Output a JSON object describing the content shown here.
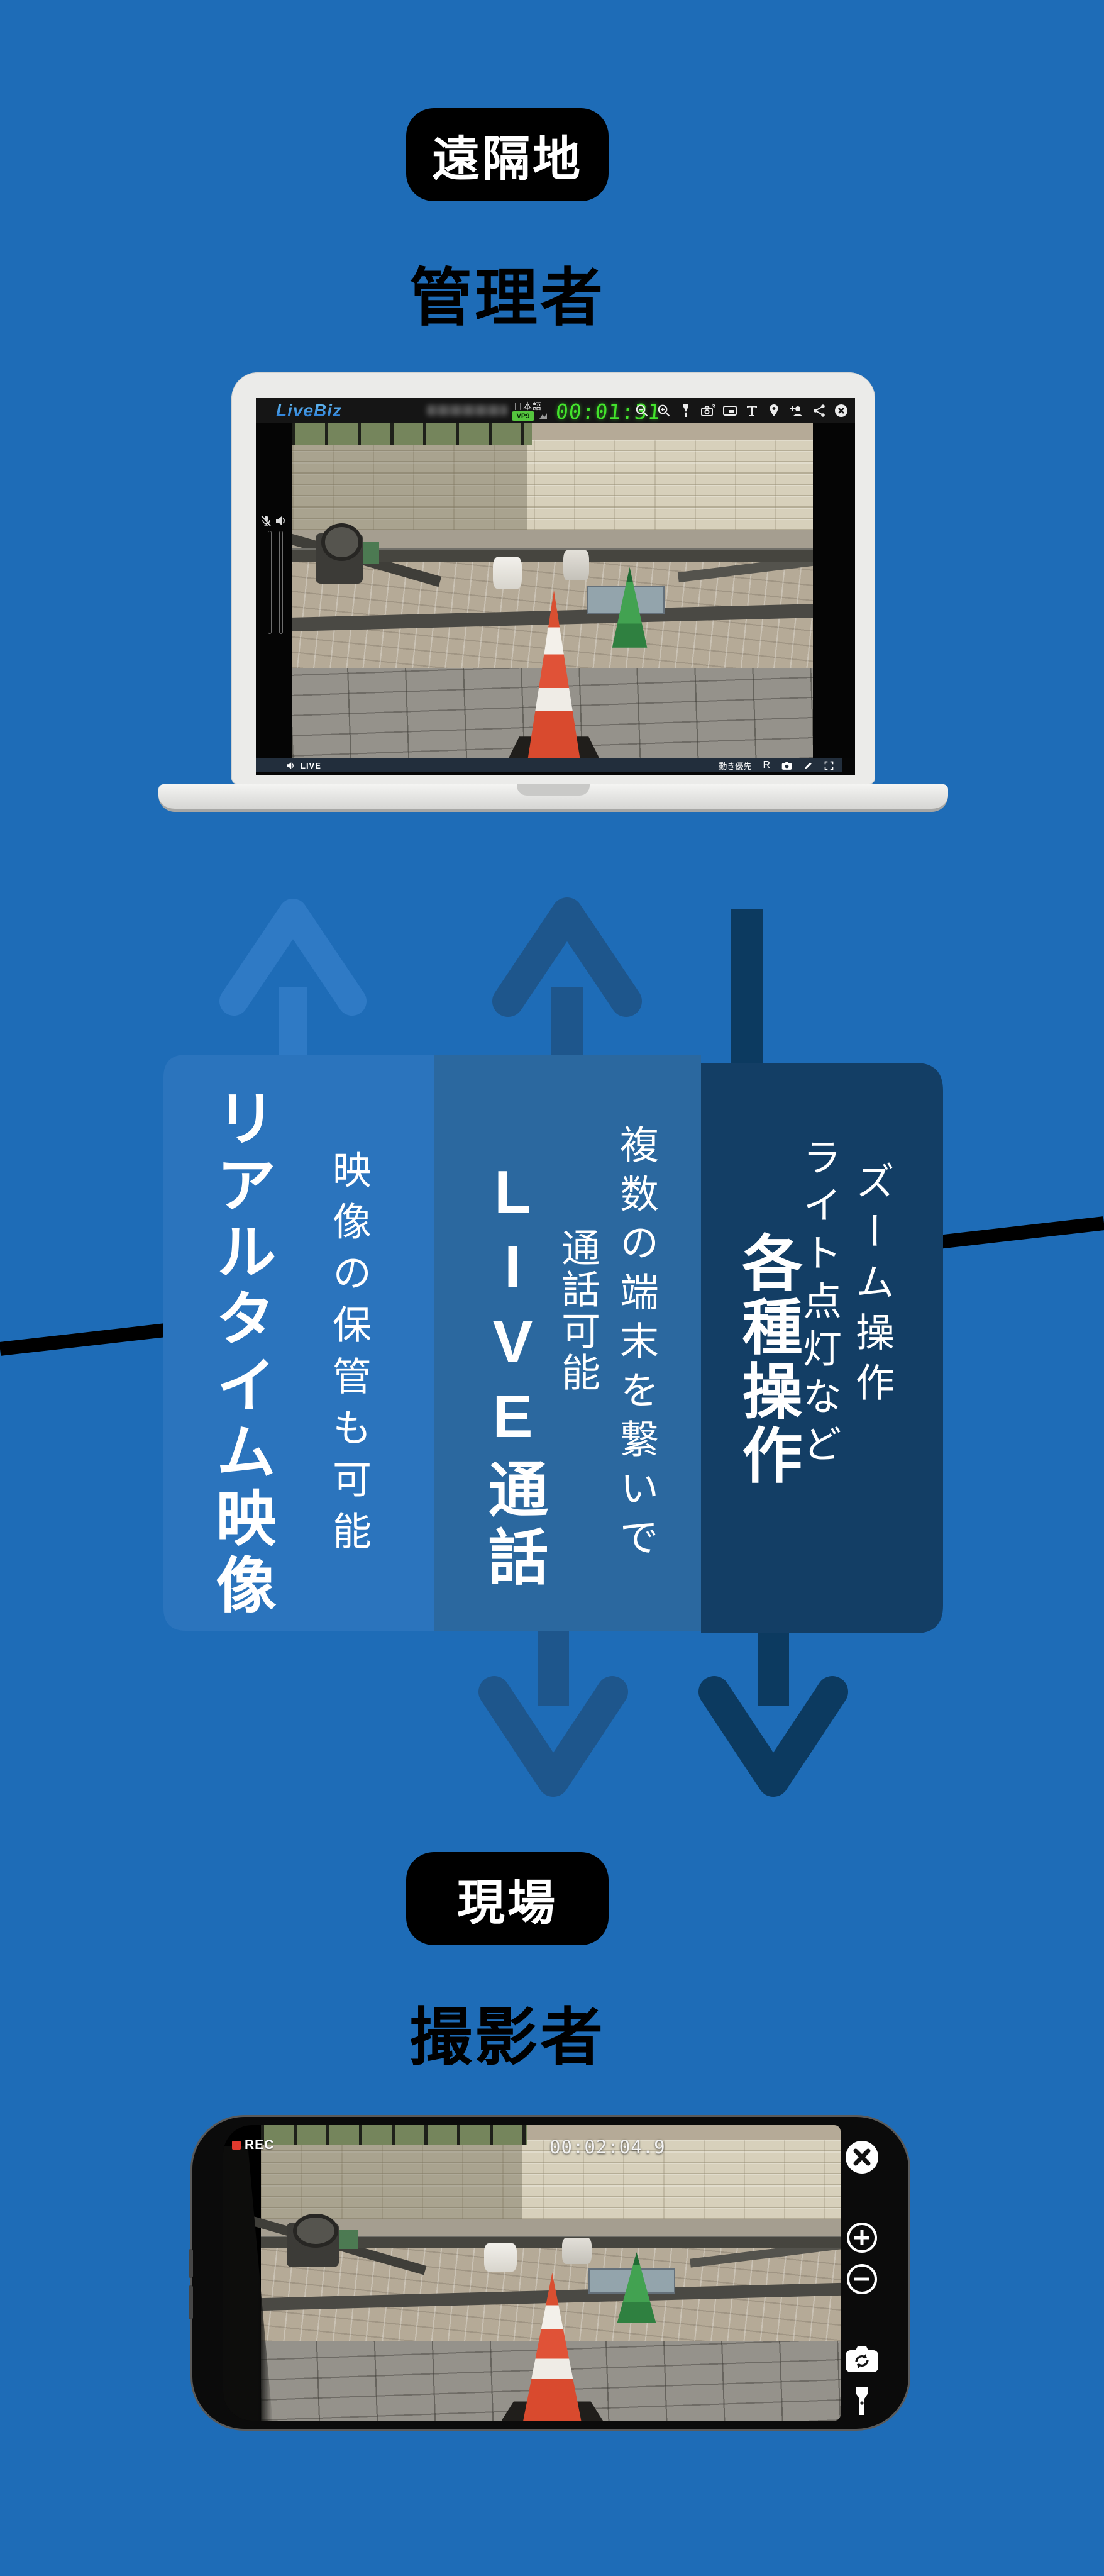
{
  "colors": {
    "background": "#1e6cb7",
    "panel_realtime": "#2b74bd",
    "arrow_realtime": "#2f7ac5",
    "panel_live_call": "#2b689f",
    "arrow_live_call": "#1e568c",
    "panel_operations": "#133e65",
    "arrow_operations": "#0c3a60",
    "badge_bg": "#000000",
    "timer_green": "#43e42c",
    "rec_red": "#e03a2e",
    "codec_badge_green": "#55c63e"
  },
  "remote": {
    "badge": "遠隔地",
    "role": "管理者"
  },
  "site": {
    "badge": "現場",
    "role": "撮影者"
  },
  "laptop": {
    "toolbar": {
      "logo": "LiveBiz",
      "language": "日本語",
      "codec": "VP9",
      "timer": "00:01:31",
      "icons": [
        "zoom-out",
        "zoom-in",
        "flashlight",
        "snapshot-camera",
        "pip",
        "text-tool",
        "location-pin",
        "add-user",
        "share",
        "close"
      ]
    },
    "status_bar": {
      "live": "LIVE",
      "motion_priority": "動き優先",
      "record": "R",
      "icons": [
        "speaker",
        "camera",
        "pen",
        "fullscreen"
      ]
    },
    "side_icons": [
      "mic-muted",
      "speaker"
    ]
  },
  "flows": {
    "realtime": {
      "title": "リアルタイム映像",
      "desc": "映像の保管も可能",
      "direction": "up"
    },
    "live_call": {
      "title": "LIVE通話",
      "desc_1": "複数の端末を繋いで",
      "desc_2": "通話可能",
      "direction": "both"
    },
    "operations": {
      "title": "各種操作",
      "desc_1": "ズーム操作",
      "desc_2": "ライト点灯など",
      "direction": "down"
    }
  },
  "phone": {
    "rec": "REC",
    "timer": "00:02:04.9",
    "icons": [
      "close",
      "zoom-in",
      "zoom-out",
      "switch-camera",
      "flashlight"
    ]
  }
}
